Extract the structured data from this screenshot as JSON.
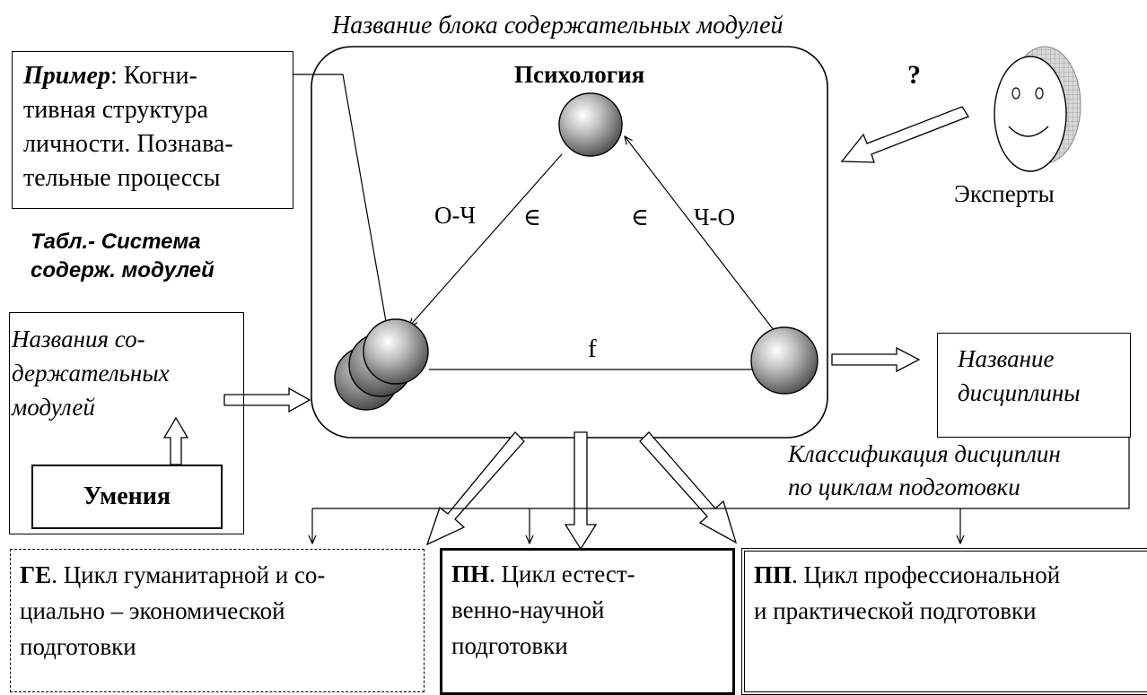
{
  "top_title": "Название блока содержательных модулей",
  "example_box": {
    "bold_label": "Пример",
    "text": ": Когни-\nтивная структура\nличности. Познава-\nтельные процессы"
  },
  "table_caption": {
    "line1": "Табл.- Система",
    "line2": "содерж. модулей"
  },
  "module_names_box": {
    "text": "Названия со-\nдержательных\nмодулей"
  },
  "skills_box": {
    "label": "Умения"
  },
  "central_block": {
    "title": "Психология",
    "edge_left": "О-Ч",
    "edge_left_symbol": "∈",
    "edge_right_symbol": "∈",
    "edge_right": "Ч-О",
    "edge_bottom": "f"
  },
  "question_mark": "?",
  "experts_label": "Эксперты",
  "discipline_box": {
    "text": "Название\nдисциплины"
  },
  "classification_label": {
    "line1": "Классификация дисциплин",
    "line2": "по циклам подготовки"
  },
  "cycles": [
    {
      "code": "ГЕ",
      "text": ". Цикл гуманитарной и со-\nциально – экономической\nподготовки"
    },
    {
      "code": "ПН",
      "text": ". Цикл естест-\nвенно-научной\nподготовки"
    },
    {
      "code": "ПП",
      "text": ". Цикл профессиональной\nи практической подготовки"
    }
  ]
}
